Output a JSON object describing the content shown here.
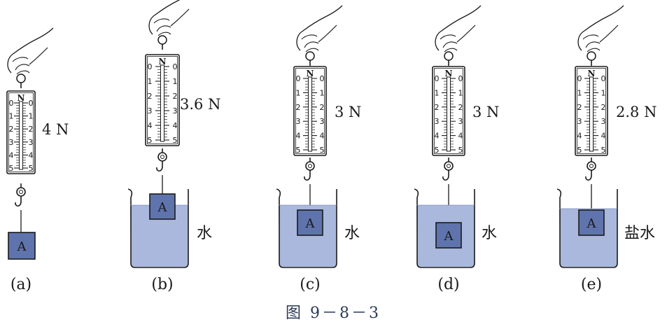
{
  "figure": {
    "caption": "图 9－8－3",
    "object_label": "A",
    "scale_unit": "N",
    "scale_ticks": [
      "0",
      "1",
      "2",
      "3",
      "4",
      "5"
    ],
    "colors": {
      "liquid": "#a9b8dc",
      "block": "#5f74ad",
      "ink": "#1a1a1a",
      "caption": "#2b3a55"
    },
    "panels": [
      {
        "id": "a",
        "label": "(a)",
        "reading": "4 N",
        "reading_N": 4,
        "liquid": "",
        "immersion": "in air"
      },
      {
        "id": "b",
        "label": "(b)",
        "reading": "3.6 N",
        "reading_N": 3.6,
        "liquid": "水",
        "immersion": "partially submerged"
      },
      {
        "id": "c",
        "label": "(c)",
        "reading": "3 N",
        "reading_N": 3,
        "liquid": "水",
        "immersion": "fully submerged, shallow"
      },
      {
        "id": "d",
        "label": "(d)",
        "reading": "3 N",
        "reading_N": 3,
        "liquid": "水",
        "immersion": "fully submerged, deep"
      },
      {
        "id": "e",
        "label": "(e)",
        "reading": "2.8 N",
        "reading_N": 2.8,
        "liquid": "盐水",
        "immersion": "fully submerged"
      }
    ]
  }
}
